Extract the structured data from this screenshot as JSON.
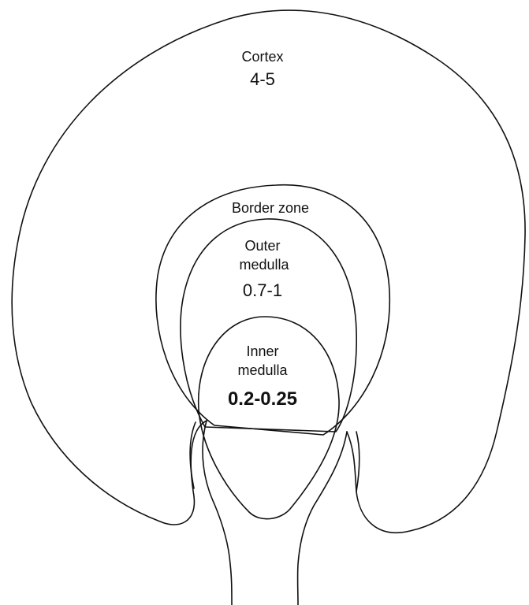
{
  "zones": {
    "cortex": {
      "label": "Cortex",
      "value": "4-5"
    },
    "border_zone": {
      "label": "Border zone"
    },
    "outer_medulla": {
      "label_line1": "Outer",
      "label_line2": "medulla",
      "value": "0.7-1"
    },
    "inner_medulla": {
      "label_line1": "Inner",
      "label_line2": "medulla",
      "value": "0.2-0.25"
    }
  },
  "colors": {
    "outline": "#111111",
    "background": "#ffffff",
    "outer_medulla_fill": "#d4d4d4",
    "inner_medulla_fill": "#a9a9a9"
  }
}
